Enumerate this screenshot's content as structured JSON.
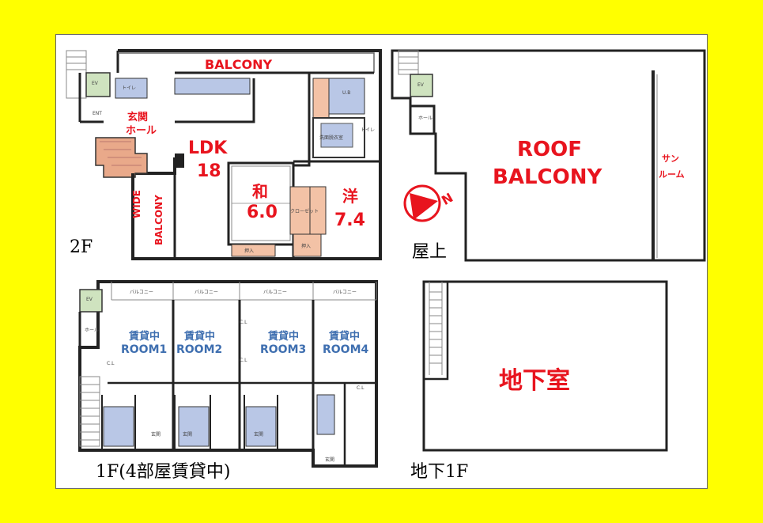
{
  "floor_2f": {
    "floor_label": "2F",
    "balcony": "BALCONY",
    "entrance_hall": [
      "玄関",
      "ホール"
    ],
    "ldk": "LDK",
    "ldk_size": "18",
    "washitsu": "和",
    "washitsu_size": "6.0",
    "yoshitsu": "洋",
    "yoshitsu_size": "7.4",
    "wide_balcony": [
      "WIDE",
      "BALCONY"
    ],
    "ev": "EV",
    "ent": "ENT",
    "toilet": "トイレ",
    "ub": "U.B",
    "washroom": "洗面脱衣室",
    "oshiire": "押入",
    "closet": "クローゼット"
  },
  "rooftop": {
    "floor_label": "屋上",
    "roof_balcony": [
      "ROOF",
      "BALCONY"
    ],
    "sunroom": [
      "サン",
      "ルーム"
    ],
    "ev": "EV",
    "hall": "ホール",
    "compass_letter": "N"
  },
  "floor_1f": {
    "floor_label": "1F(4部屋賃貸中)",
    "ev": "EV",
    "hall": "ホール",
    "balcony_small": "バルコニー",
    "cl": "C.L",
    "genkan": "玄関",
    "rooms": [
      {
        "status": "賃貸中",
        "name": "ROOM1"
      },
      {
        "status": "賃貸中",
        "name": "ROOM2"
      },
      {
        "status": "賃貸中",
        "name": "ROOM3"
      },
      {
        "status": "賃貸中",
        "name": "ROOM4"
      }
    ]
  },
  "basement": {
    "floor_label": "地下1F",
    "room": "地下室"
  },
  "colors": {
    "background": "#ffff00",
    "label_red": "#e8141e",
    "label_blue": "#3f6fb0",
    "wall": "#222222",
    "wet_area": "#b9c7e6",
    "stair": "#e9a98a",
    "elevator": "#cfe3bf",
    "closet": "#f3c2a6"
  }
}
